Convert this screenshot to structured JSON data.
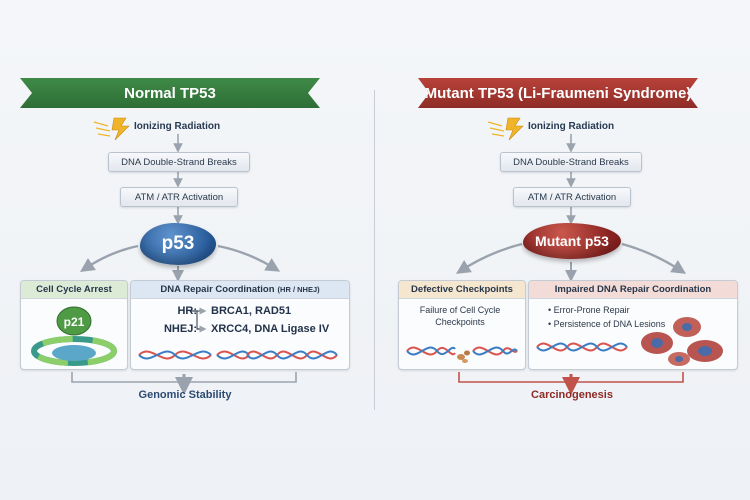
{
  "left": {
    "banner": "Normal TP53",
    "trigger": "Ionizing Radiation",
    "step1": "DNA Double-Strand Breaks",
    "step2": "ATM / ATR Activation",
    "protein": "p53",
    "panel_arrest": {
      "title": "Cell Cycle Arrest",
      "protein": "p21"
    },
    "panel_repair": {
      "title": "DNA Repair Coordination",
      "title_suffix": "(HR / NHEJ)",
      "rows": [
        {
          "key": "HR:",
          "value": "BRCA1, RAD51"
        },
        {
          "key": "NHEJ:",
          "value": "XRCC4, DNA Ligase IV"
        }
      ]
    },
    "outcome": "Genomic Stability"
  },
  "right": {
    "banner": "Mutant TP53 (Li-Fraumeni Syndrome)",
    "trigger": "Ionizing Radiation",
    "step1": "DNA Double-Strand Breaks",
    "step2": "ATM / ATR Activation",
    "protein": "Mutant p53",
    "panel_checkpoints": {
      "title": "Defective Checkpoints",
      "text": "Failure of Cell Cycle Checkpoints"
    },
    "panel_repair": {
      "title": "Impaired DNA Repair Coordination",
      "bullets": [
        "• Error-Prone Repair",
        "• Persistence of DNA Lesions"
      ]
    },
    "outcome": "Carcinogenesis"
  },
  "colors": {
    "normal_banner": "#2e6e36",
    "mutant_banner": "#8f2c26",
    "p53_blue": "#265a99",
    "mutant_red": "#8a2320",
    "arrow_gray": "#9aa3ad",
    "outcome_red": "#c0524a"
  },
  "icons": [
    "lightning-icon",
    "dna-helix-icon",
    "damaged-cell-icon",
    "broken-dna-fragment-icon"
  ]
}
